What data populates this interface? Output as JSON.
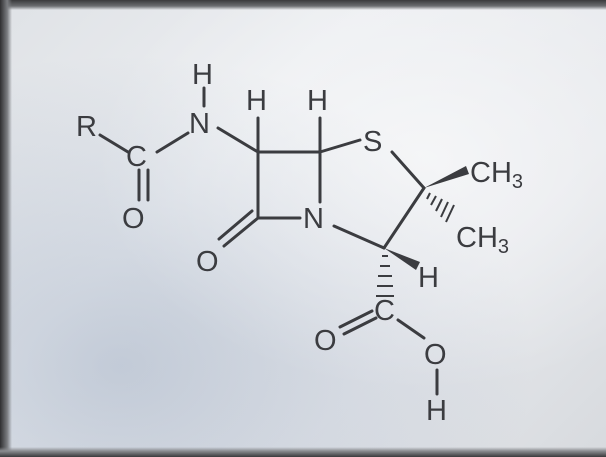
{
  "diagram": {
    "atoms": {
      "r": "R",
      "amide_c": "C",
      "amide_o": "O",
      "nh_n": "N",
      "nh_h": "H",
      "h_left": "H",
      "h_right": "H",
      "s": "S",
      "lactam_n": "N",
      "lactam_o": "O",
      "ch3_top": "CH",
      "ch3_top_sub": "3",
      "ch3_bottom": "CH",
      "ch3_bottom_sub": "3",
      "h_alpha": "H",
      "acid_c": "C",
      "acid_o_double": "O",
      "acid_o": "O",
      "acid_h": "H"
    }
  }
}
